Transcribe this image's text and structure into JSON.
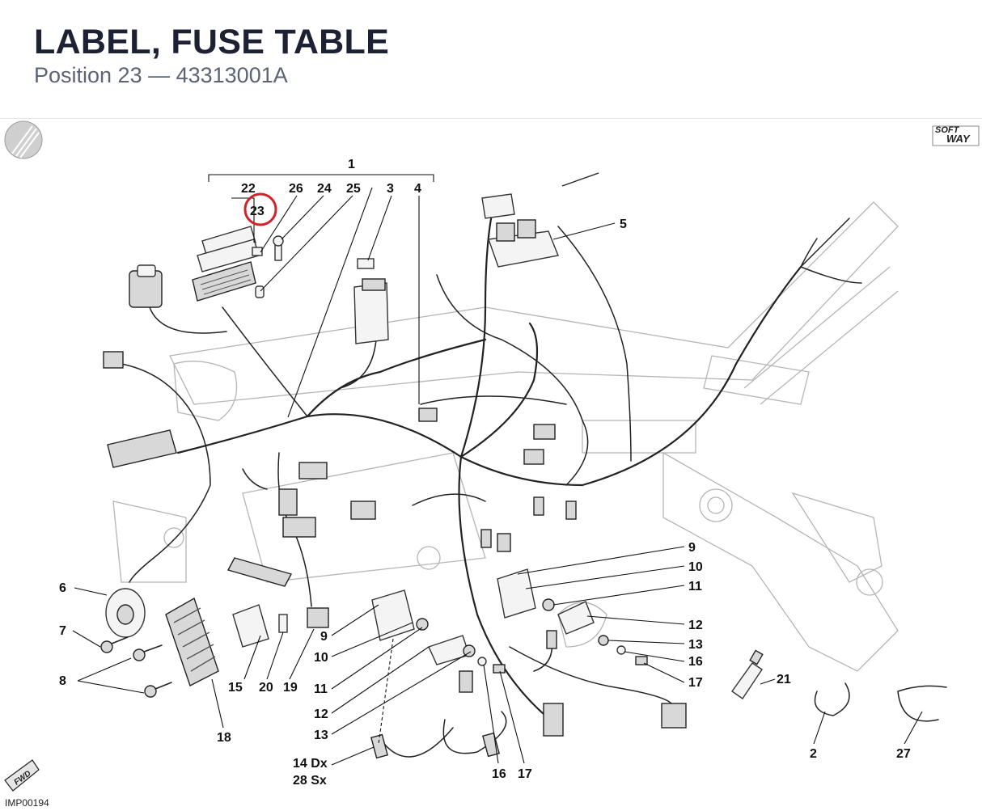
{
  "header": {
    "title": "LABEL, FUSE TABLE",
    "subtitle": "Position 23 — 43313001A"
  },
  "diagram": {
    "image_code": "IMP00194",
    "logo_text": [
      "SOFT",
      "WAY"
    ],
    "fwd_badge": "FWD",
    "highlight_color": "#d0232a",
    "highlighted_callout": "23",
    "callouts": [
      "1",
      "2",
      "3",
      "4",
      "5",
      "6",
      "7",
      "8",
      "9",
      "10",
      "11",
      "12",
      "13",
      "14 Dx",
      "28 Sx",
      "15",
      "16",
      "17",
      "18",
      "19",
      "20",
      "21",
      "22",
      "23",
      "24",
      "25",
      "26",
      "27"
    ]
  }
}
